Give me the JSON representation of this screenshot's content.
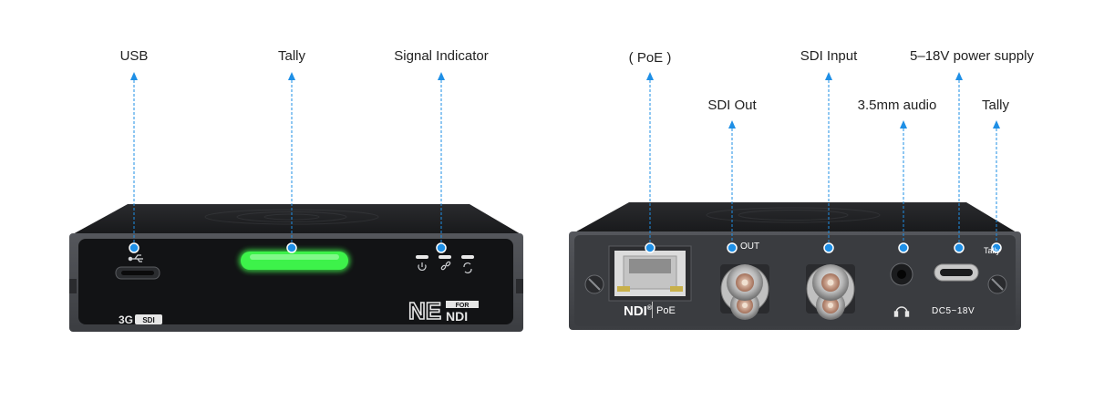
{
  "front": {
    "callouts": {
      "usb": "USB",
      "tally": "Tally",
      "signal": "Signal Indicator"
    },
    "badge_3g": "3G",
    "badge_sdi": "SDI",
    "brand_logo": "NE FOR NDI"
  },
  "rear": {
    "callouts": {
      "poe": "( PoE )",
      "sdi_out": "SDI Out",
      "sdi_input": "SDI Input",
      "audio": "3.5mm audio",
      "power": "5–18V power supply",
      "tally": "Tally"
    },
    "panel_labels": {
      "ndi": "NDI",
      "ndi_sup": "®",
      "poe": "PoE",
      "out": "OUT",
      "dc": "DC5~18V",
      "tally_small": "Tally"
    }
  },
  "colors": {
    "marker": "#1e8fe6",
    "tally_led": "#3df24a",
    "chassis": "#3a3c40",
    "front_panel": "#121315"
  }
}
